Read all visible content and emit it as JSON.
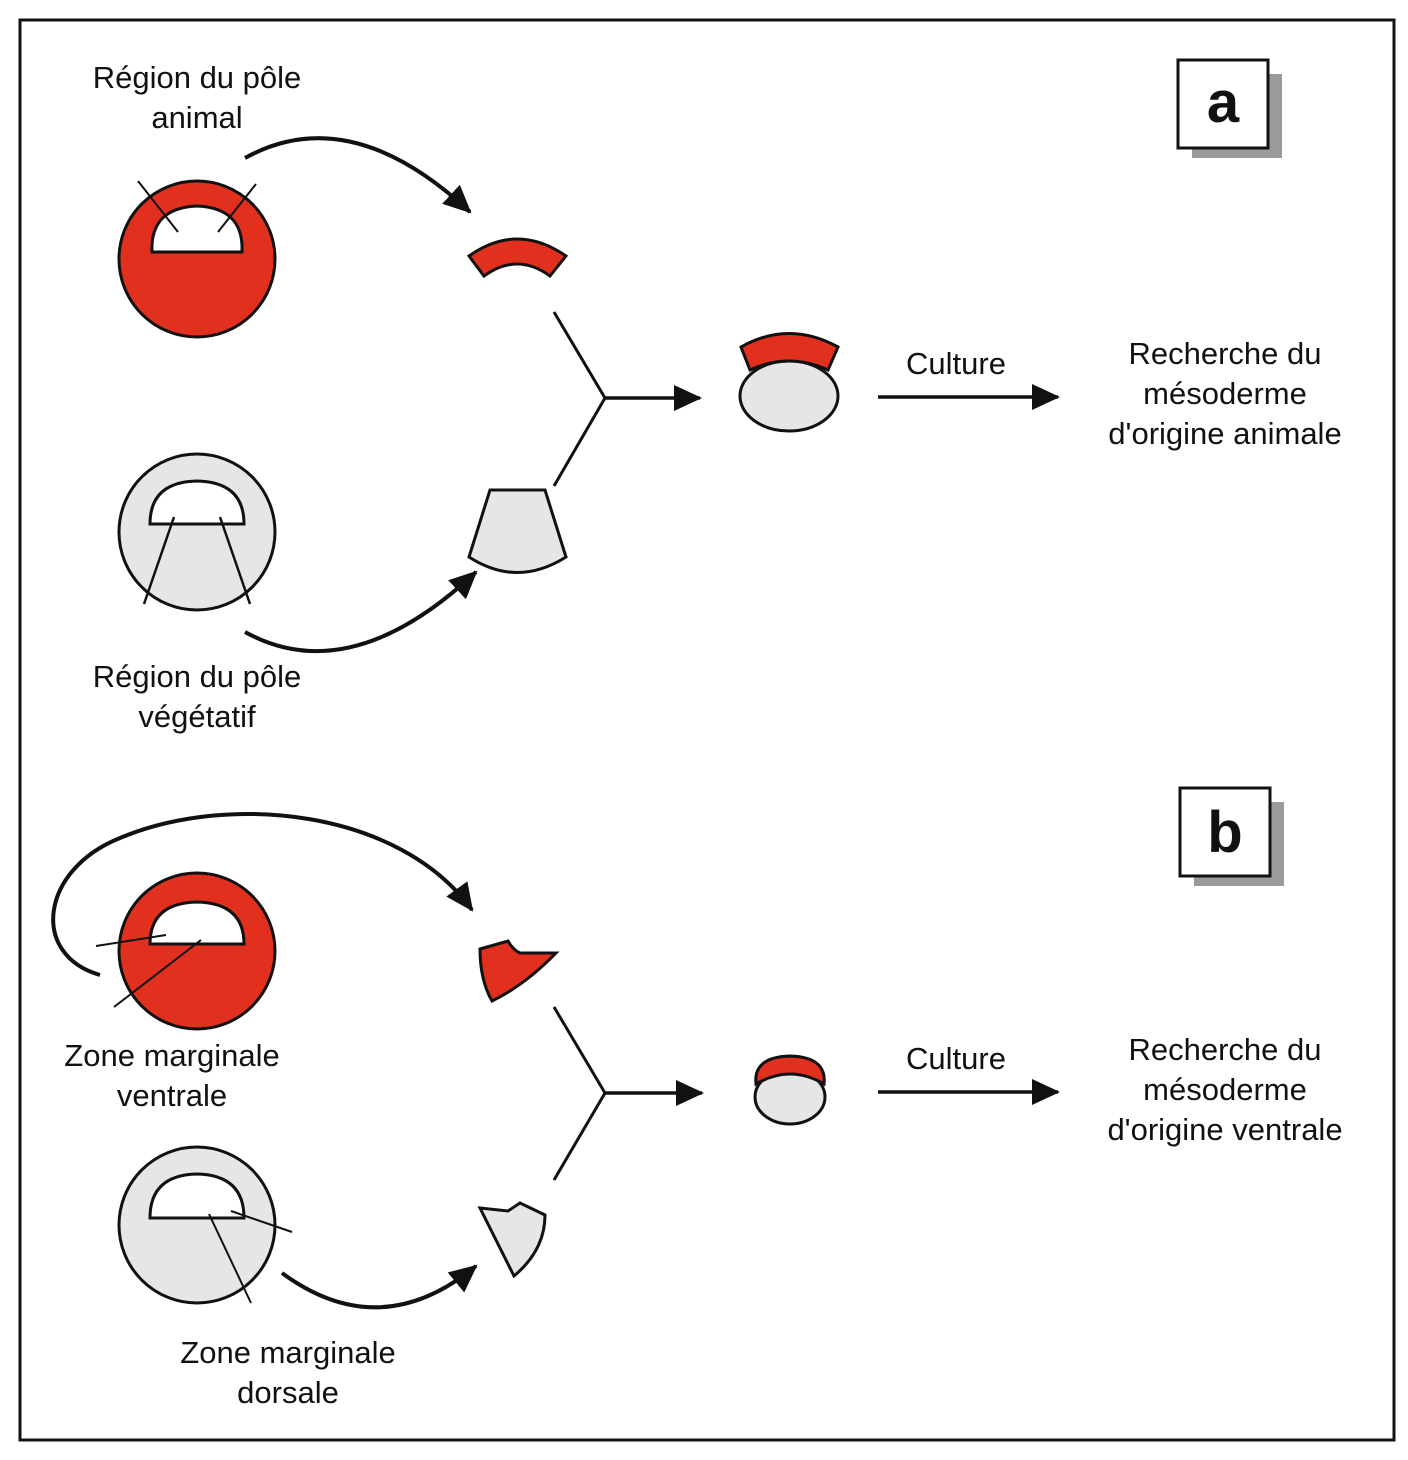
{
  "colors": {
    "red": "#e2301f",
    "grey": "#e6e6e6",
    "ink": "#111111"
  },
  "panel_a": {
    "badge": "a",
    "top_label": [
      "Région du pôle",
      "animal"
    ],
    "bottom_label": [
      "Région du pôle",
      "végétatif"
    ],
    "culture": "Culture",
    "result": [
      "Recherche du",
      "mésoderme",
      "d'origine animale"
    ]
  },
  "panel_b": {
    "badge": "b",
    "top_label": [
      "Zone marginale",
      "ventrale"
    ],
    "bottom_label": [
      "Zone marginale",
      "dorsale"
    ],
    "culture": "Culture",
    "result": [
      "Recherche du",
      "mésoderme",
      "d'origine ventrale"
    ]
  }
}
